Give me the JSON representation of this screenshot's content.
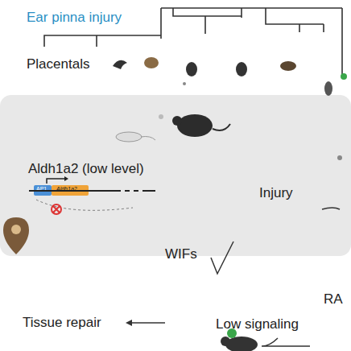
{
  "diagram": {
    "nodes": [
      {
        "text": [
          "Aldh1a2 (low level)",
          "Injury"
        ]
      },
      {
        "text": [
          "AP1"
        ],
        "in": 0
      },
      {
        "text": [
          "Aldh1a2"
        ],
        "in": 0
      }
    ],
    "labels": [
      "Ear pinna injury",
      "Placentals",
      "WIFs",
      "RA",
      "Tissue repair",
      "Low signaling"
    ]
  }
}
